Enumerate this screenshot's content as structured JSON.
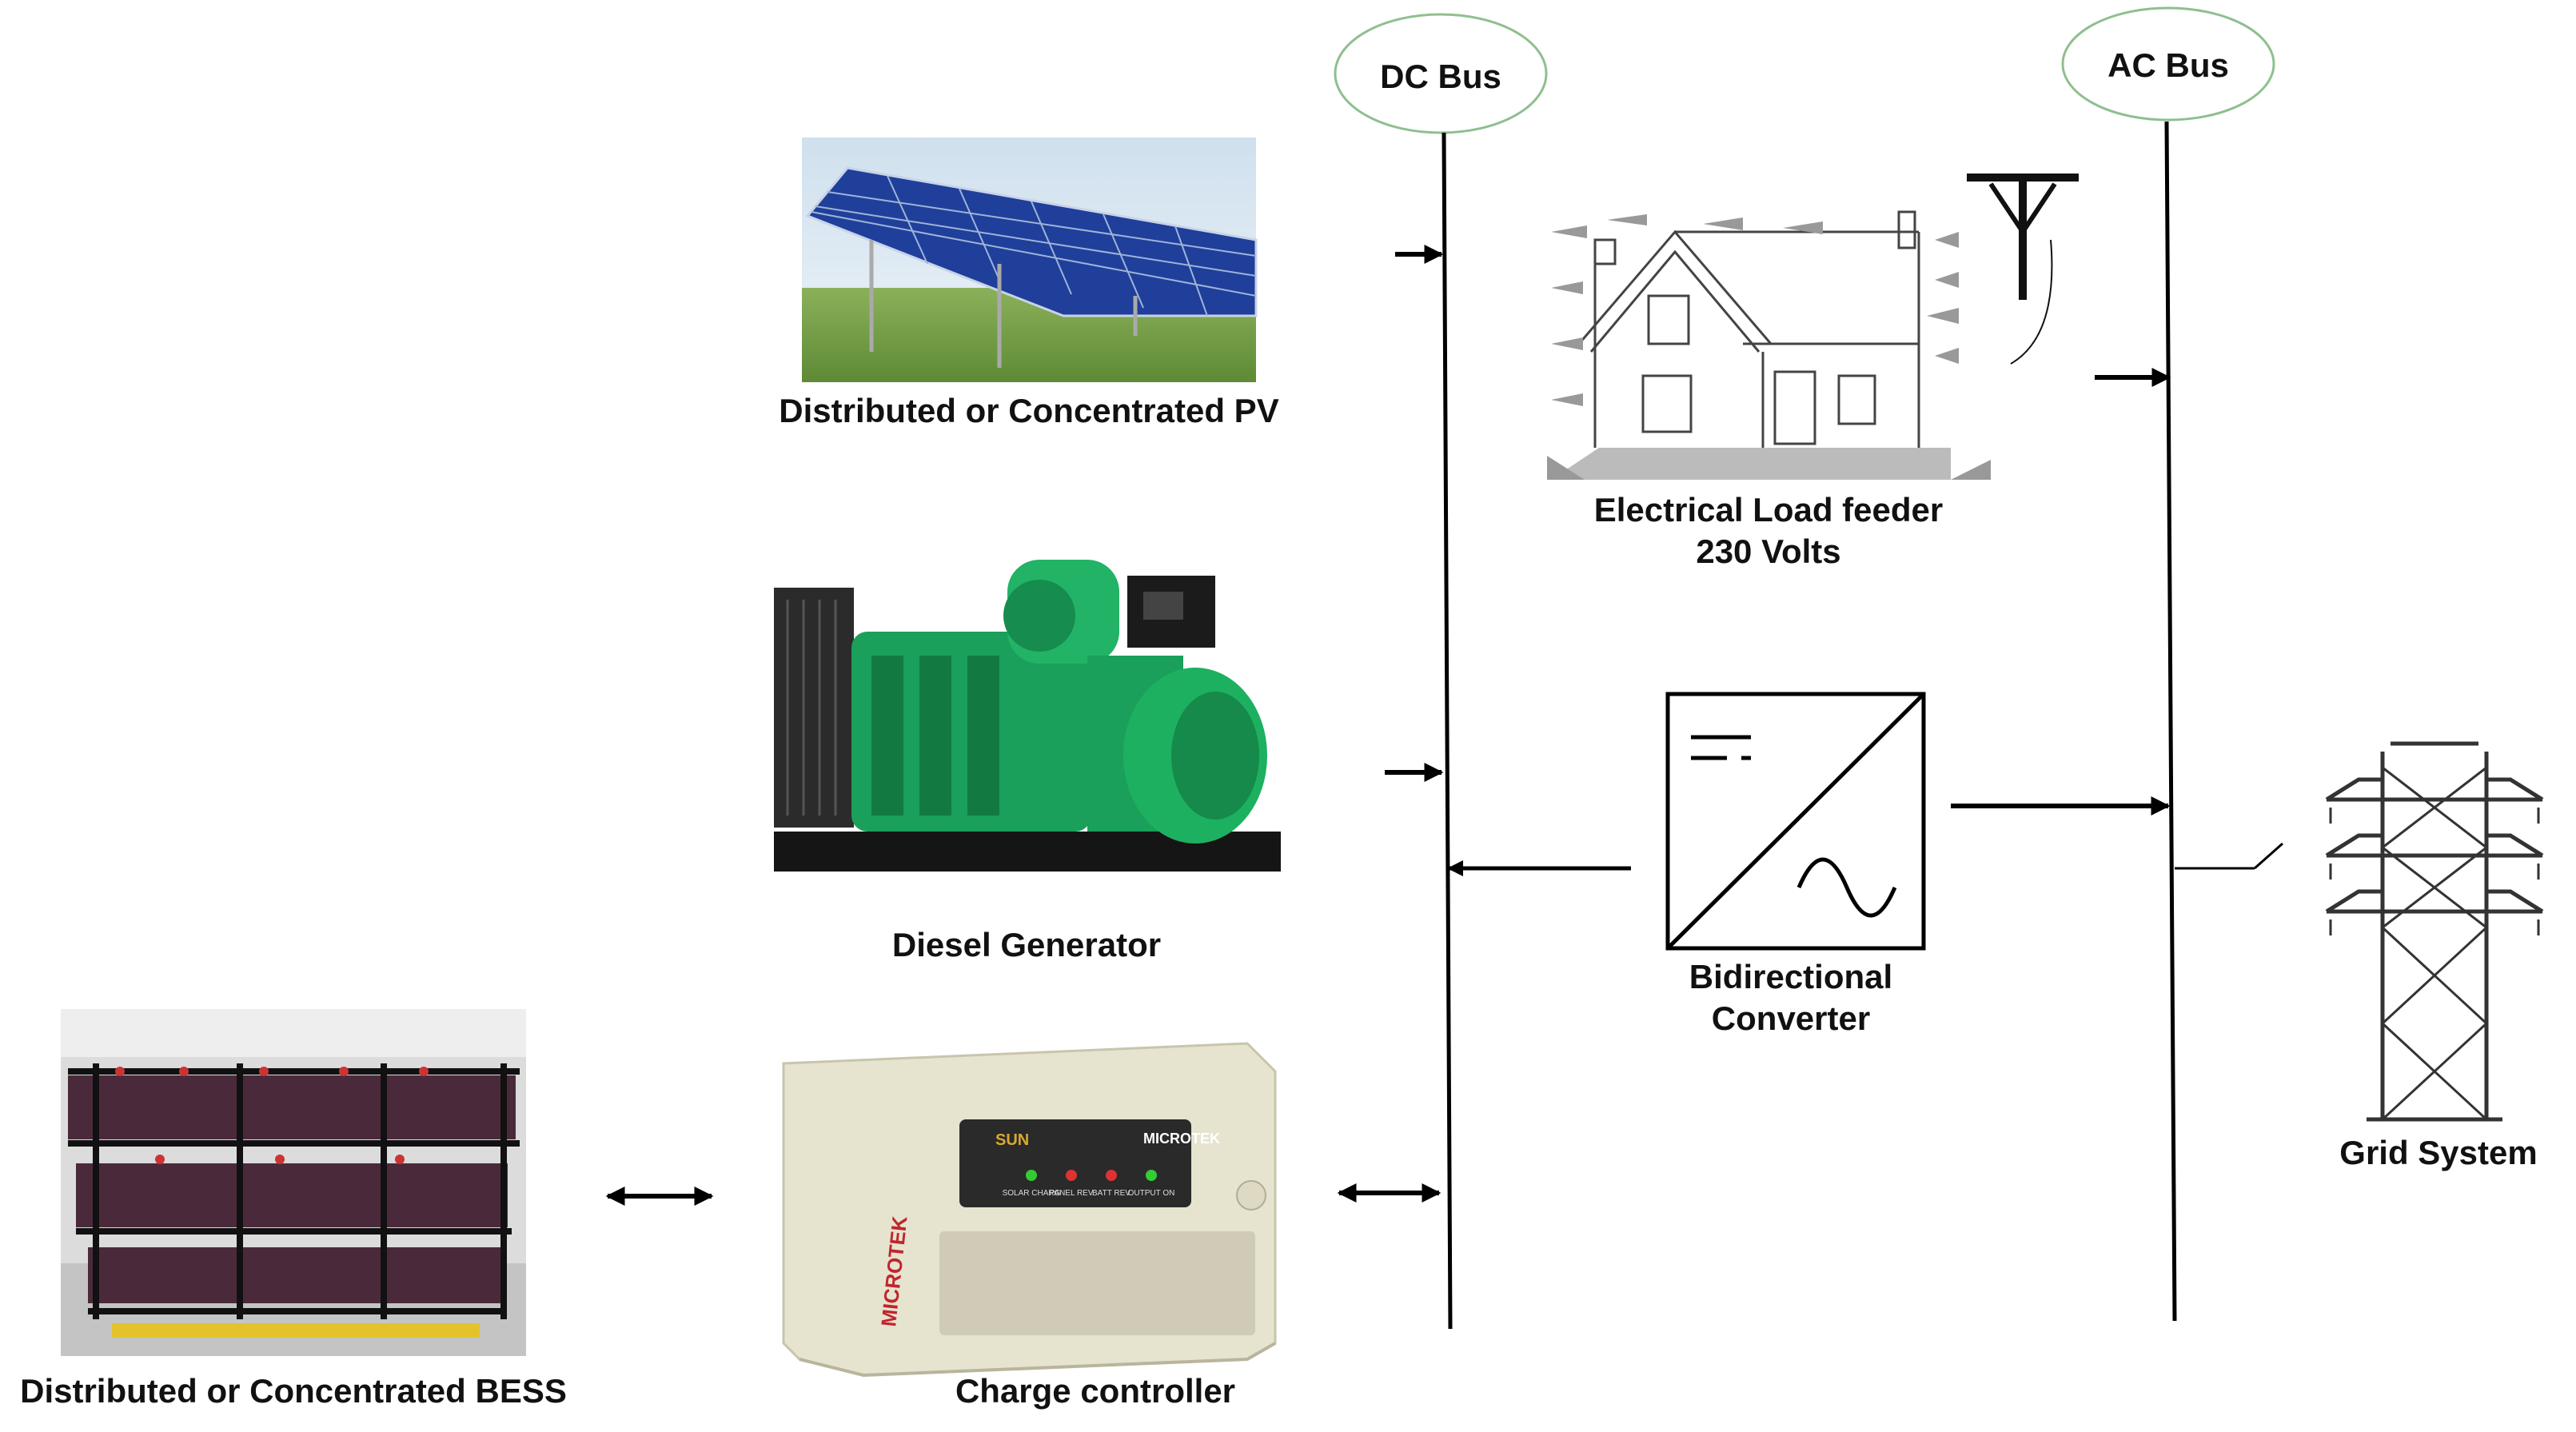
{
  "buses": {
    "dc": {
      "label": "DC Bus"
    },
    "ac": {
      "label": "AC Bus"
    }
  },
  "components": {
    "pv": {
      "label": "Distributed or Concentrated PV"
    },
    "generator": {
      "label": "Diesel Generator"
    },
    "bess": {
      "label": "Distributed or Concentrated BESS"
    },
    "charge_controller": {
      "label": "Charge controller",
      "brand": "MICROTEK",
      "panel_brand": "SUN",
      "indicators": [
        "SOLAR CHARG",
        "PANEL REV",
        "BATT REV",
        "OUTPUT ON"
      ]
    },
    "load": {
      "label_line1": "Electrical Load feeder",
      "label_line2": "230 Volts"
    },
    "converter": {
      "label_line1": "Bidirectional",
      "label_line2": "Converter"
    },
    "grid": {
      "label": "Grid System"
    }
  },
  "colors": {
    "bus_outline": "#8fbf8f",
    "line": "#000000",
    "generator_green": "#1aa05a",
    "pv_blue": "#1f3f9a",
    "cabinet_cream": "#e6e3cf"
  }
}
